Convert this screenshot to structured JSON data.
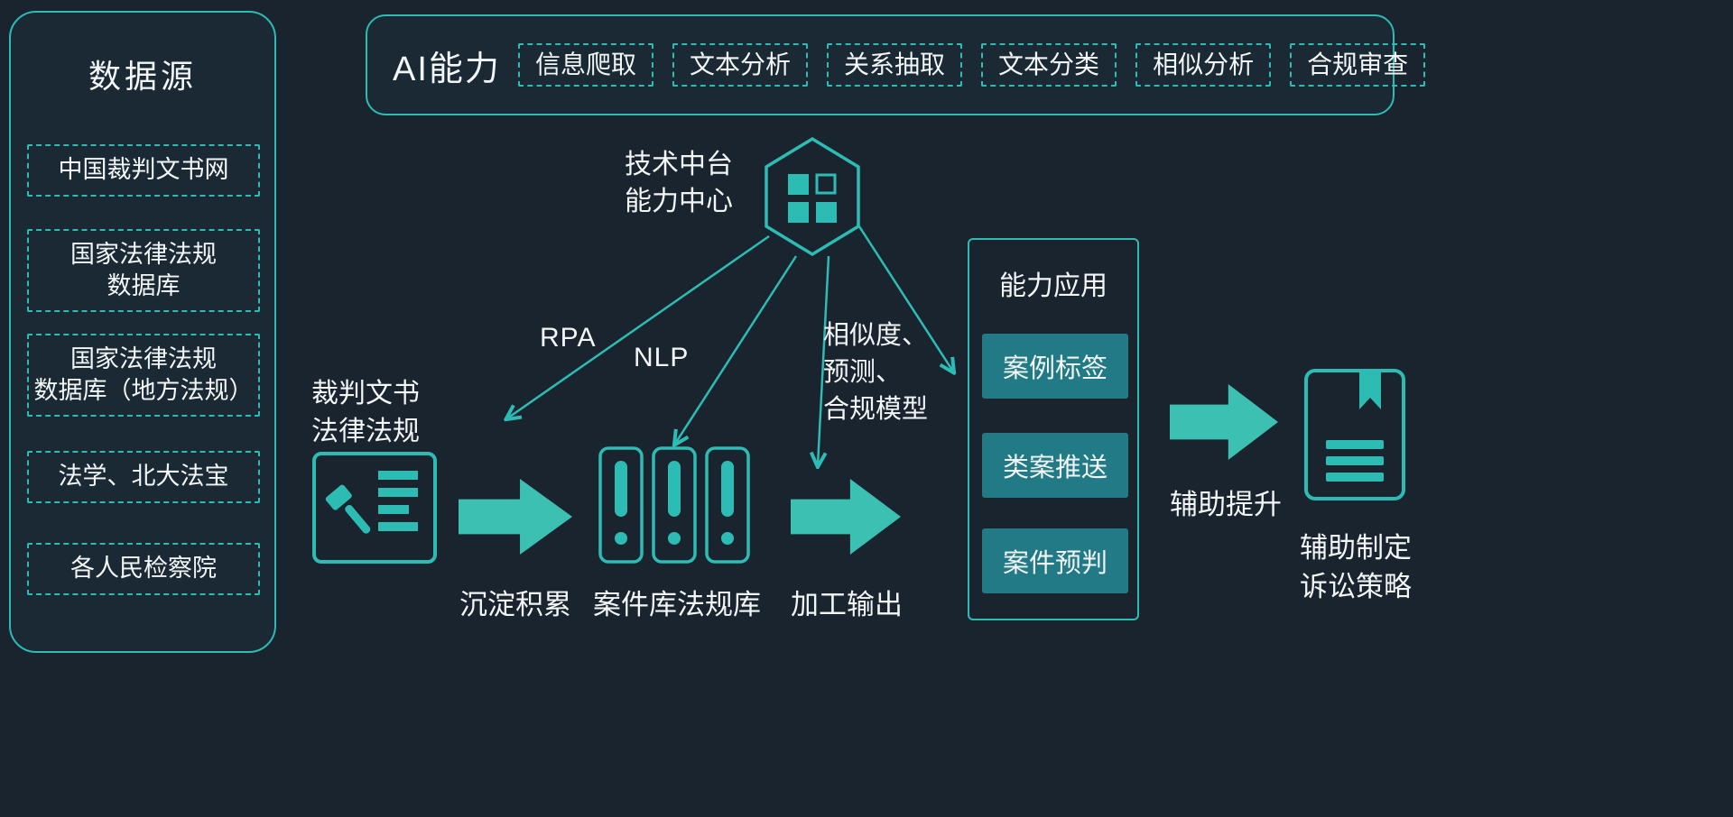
{
  "colors": {
    "background": "#1a242f",
    "teal": "#2cbcb4",
    "arrow": "#3cc0b2",
    "app_box": "#217a86",
    "text": "#f2f6f7"
  },
  "data_sources": {
    "title": "数据源",
    "items": [
      "中国裁判文书网",
      "国家法律法规\n数据库",
      "国家法律法规\n数据库（地方法规）",
      "法学、北大法宝",
      "各人民检察院"
    ]
  },
  "ai_capabilities": {
    "title": "AI能力",
    "items": [
      "信息爬取",
      "文本分析",
      "关系抽取",
      "文本分类",
      "相似分析",
      "合规审查"
    ]
  },
  "hub": {
    "label": "技术中台\n能力中心"
  },
  "edge_labels": {
    "rpa": "RPA",
    "nlp": "NLP",
    "model": "相似度、\n预测、\n合规模型"
  },
  "flow": {
    "source_label": "裁判文书\n法律法规",
    "step1_caption": "沉淀积累",
    "step2_caption": "案件库法规库",
    "step3_caption": "加工输出",
    "assist_caption": "辅助提升",
    "result_label": "辅助制定\n诉讼策略"
  },
  "applications": {
    "title": "能力应用",
    "items": [
      "案例标签",
      "类案推送",
      "案件预判"
    ]
  }
}
